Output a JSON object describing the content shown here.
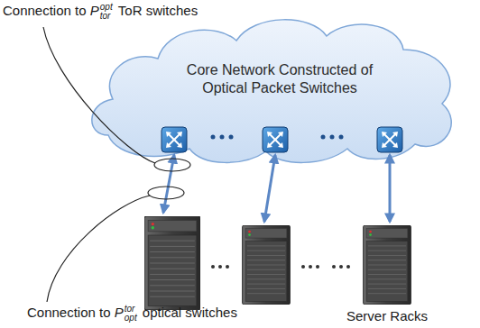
{
  "diagram": {
    "nodes": [
      {
        "text": [
          "Core Network Constructed of Optical Packet Switches"
        ]
      }
    ],
    "labels": [
      "Connection to",
      "P",
      "opt",
      "tor",
      "ToR switches",
      "Connection to",
      "P",
      "tor",
      "opt",
      "optical switches",
      "Server Racks"
    ]
  }
}
